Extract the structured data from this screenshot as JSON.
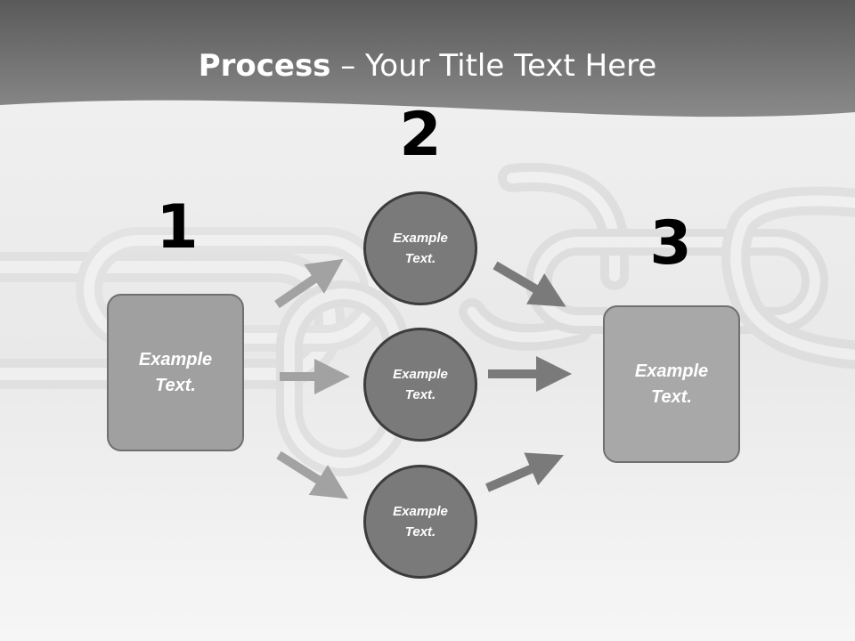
{
  "title": {
    "bold": "Process",
    "rest": " – Your Title Text Here"
  },
  "steps": [
    {
      "number": "1",
      "text": "Example\nText."
    },
    {
      "number": "2",
      "text": ""
    },
    {
      "number": "3",
      "text": "Example\nText."
    }
  ],
  "circles": [
    {
      "text": "Example\nText."
    },
    {
      "text": "Example\nText."
    },
    {
      "text": "Example\nText."
    }
  ],
  "colors": {
    "header": "#6e6e6e",
    "box": "#a0a0a0",
    "circle": "#7a7a7a",
    "arrow_left": "#a2a2a2",
    "arrow_right": "#7a7a7a"
  },
  "background_image": "chain-links"
}
